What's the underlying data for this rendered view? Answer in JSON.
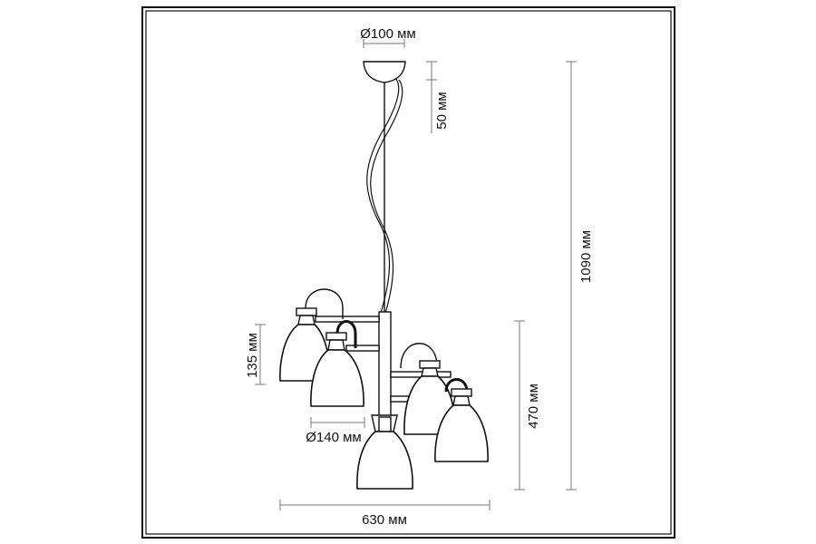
{
  "dimensions": {
    "canopy_diameter": "Ø100 мм",
    "canopy_height": "50 мм",
    "total_height": "1090 мм",
    "shade_height": "135 мм",
    "body_height": "470 мм",
    "shade_diameter": "Ø140 мм",
    "total_width": "630 мм"
  },
  "colors": {
    "line": "#111111",
    "dimension": "#777777"
  }
}
